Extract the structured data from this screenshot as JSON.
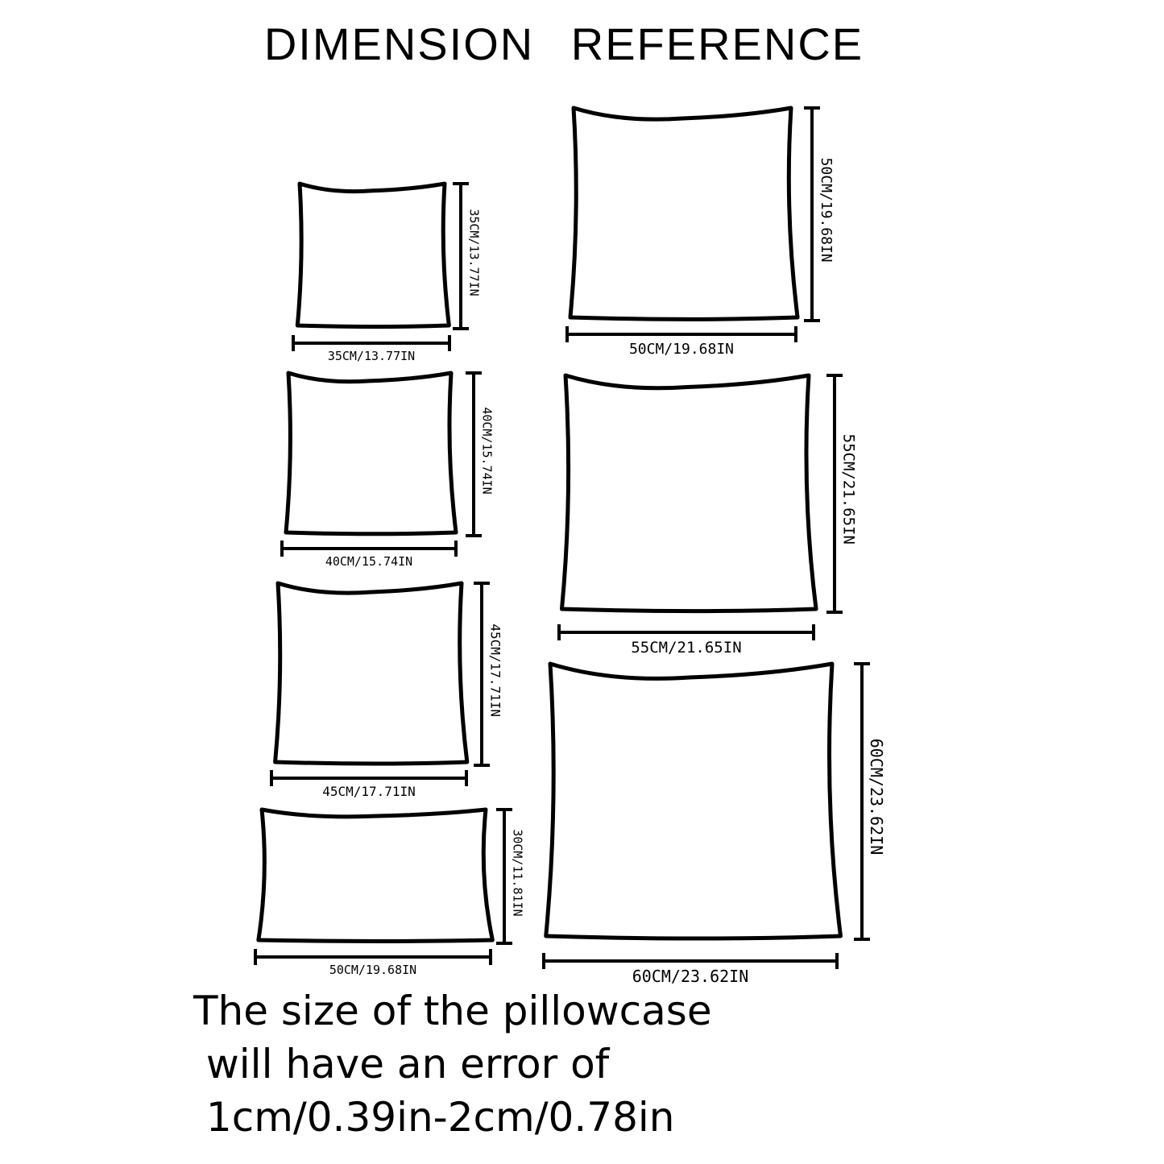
{
  "title": "DIMENSION   REFERENCE",
  "pillows": [
    {
      "width_label": "35CM/13.77IN",
      "height_label": "35CM/13.77IN"
    },
    {
      "width_label": "40CM/15.74IN",
      "height_label": "40CM/15.74IN"
    },
    {
      "width_label": "45CM/17.71IN",
      "height_label": "45CM/17.71IN"
    },
    {
      "width_label": "50CM/19.68IN",
      "height_label": "30CM/11.81IN"
    },
    {
      "width_label": "50CM/19.68IN",
      "height_label": "50CM/19.68IN"
    },
    {
      "width_label": "55CM/21.65IN",
      "height_label": "55CM/21.65IN"
    },
    {
      "width_label": "60CM/23.62IN",
      "height_label": "60CM/23.62IN"
    }
  ],
  "note": {
    "line1": "The size of the pillowcase",
    "line2": " will have an error of",
    "line3": " 1cm/0.39in-2cm/0.78in"
  }
}
